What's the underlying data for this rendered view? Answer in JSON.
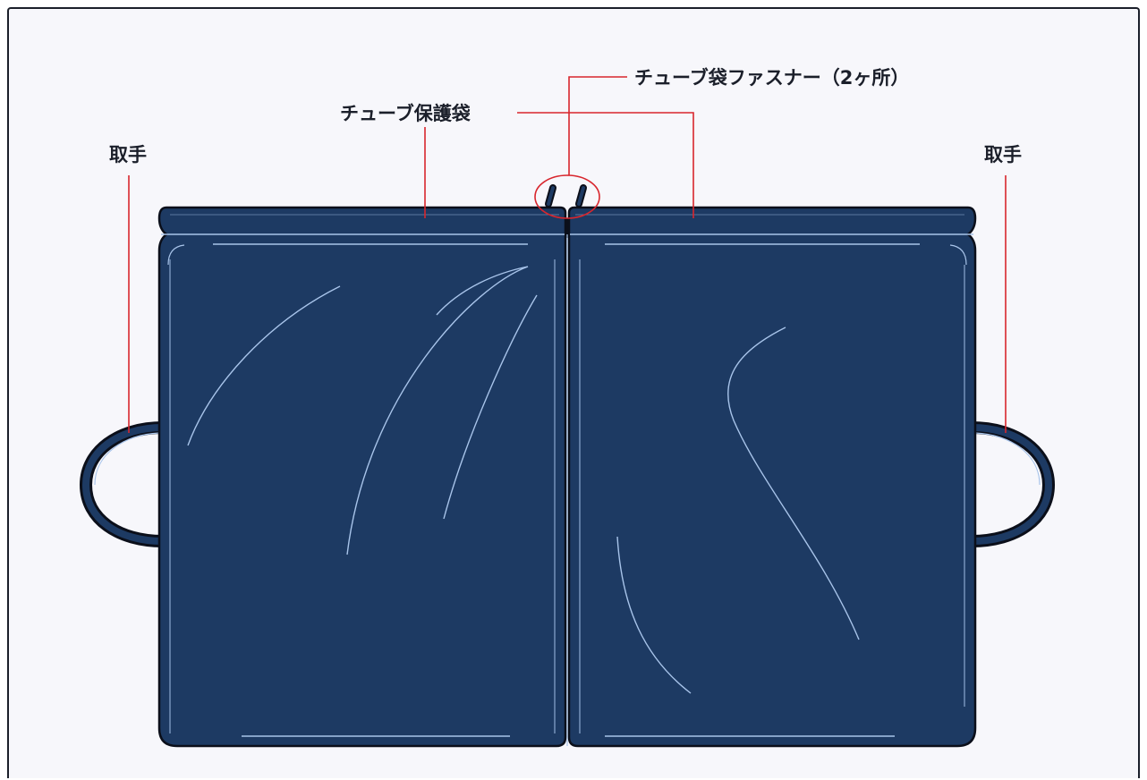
{
  "labels": {
    "fastener": "チューブ袋ファスナー（2ヶ所）",
    "protection_bag": "チューブ保護袋",
    "handle_left": "取手",
    "handle_right": "取手"
  },
  "colors": {
    "bag_fill": "#1d3a63",
    "outline": "#0b0f1a",
    "highlight": "#a8c4ea",
    "leader_line": "#d8262d",
    "background": "#f7f7fb"
  }
}
